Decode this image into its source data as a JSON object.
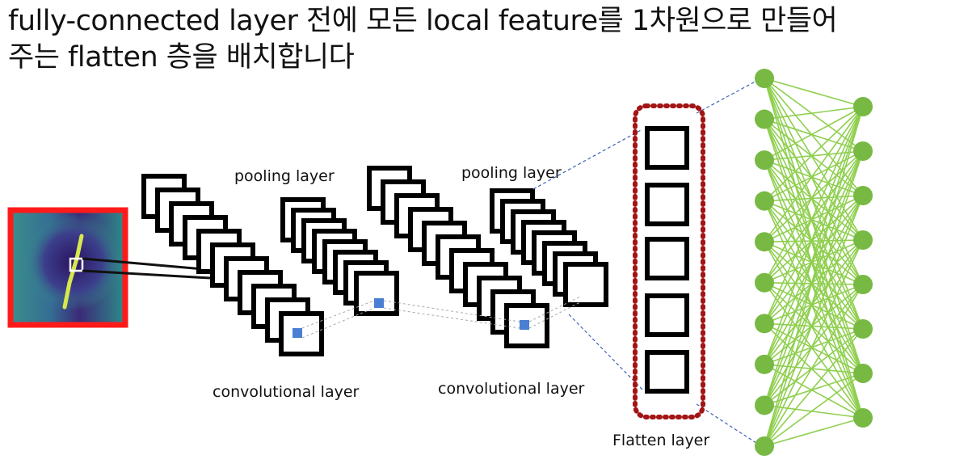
{
  "heading": {
    "line1": "fully-connected layer 전에 모든 local feature를 1차원으로 만들어",
    "line2": "주는 flatten 층을 배치합니다"
  },
  "labels": {
    "pooling_1": "pooling layer",
    "pooling_2": "pooling layer",
    "conv_1": "convolutional layer",
    "conv_2": "convolutional layer",
    "flatten": "Flatten layer"
  },
  "network": {
    "left_nodes": 10,
    "right_nodes": 8
  },
  "colors": {
    "input_border": "#ff1a1a",
    "flatten_dots": "#a31515",
    "node": "#77b943",
    "edge": "#8fcf4f",
    "feature_marker": "#4a7fd4",
    "projection": "#3d63b8"
  }
}
